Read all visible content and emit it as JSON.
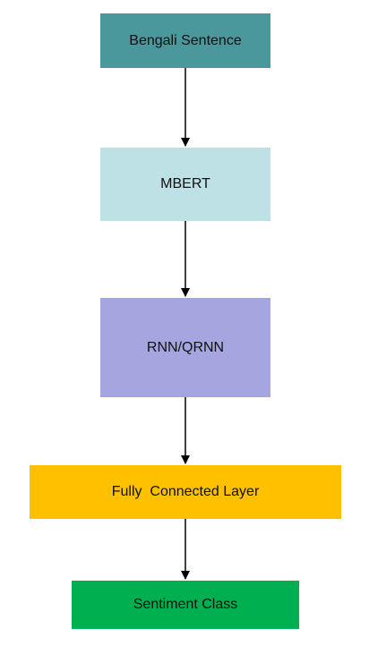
{
  "nodes": [
    {
      "id": "n1",
      "label": "Bengali Sentence",
      "color": "#4a979c"
    },
    {
      "id": "n2",
      "label": "MBERT",
      "color": "#bde1e5"
    },
    {
      "id": "n3",
      "label": "RNN/QRNN",
      "color": "#a5a5e0"
    },
    {
      "id": "n4",
      "label": "Fully  Connected Layer",
      "color": "#ffc000"
    },
    {
      "id": "n5",
      "label": "Sentiment Class",
      "color": "#00b050"
    }
  ],
  "edges": [
    {
      "from": "n1",
      "to": "n2"
    },
    {
      "from": "n2",
      "to": "n3"
    },
    {
      "from": "n3",
      "to": "n4"
    },
    {
      "from": "n4",
      "to": "n5"
    }
  ]
}
